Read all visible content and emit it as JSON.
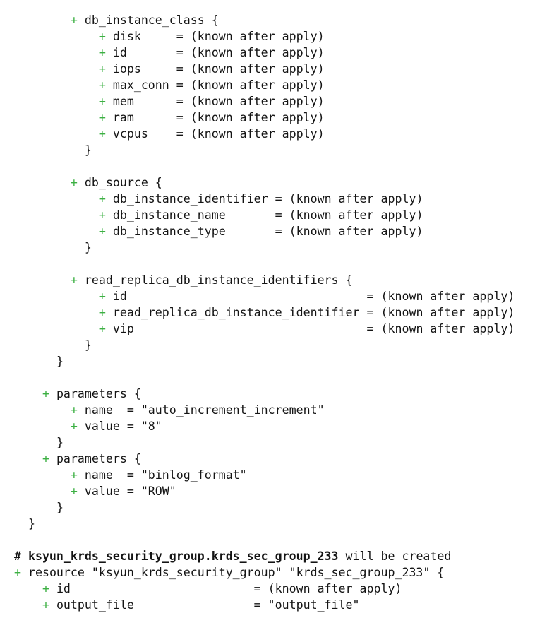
{
  "terminal": {
    "colors": {
      "plus": "#3cb043",
      "text": "#141414"
    },
    "lines": [
      {
        "lead": "          ",
        "plus": true,
        "text": "db_instance_class {"
      },
      {
        "lead": "              ",
        "plus": true,
        "text": "disk     = (known after apply)"
      },
      {
        "lead": "              ",
        "plus": true,
        "text": "id       = (known after apply)"
      },
      {
        "lead": "              ",
        "plus": true,
        "text": "iops     = (known after apply)"
      },
      {
        "lead": "              ",
        "plus": true,
        "text": "max_conn = (known after apply)"
      },
      {
        "lead": "              ",
        "plus": true,
        "text": "mem      = (known after apply)"
      },
      {
        "lead": "              ",
        "plus": true,
        "text": "ram      = (known after apply)"
      },
      {
        "lead": "              ",
        "plus": true,
        "text": "vcpus    = (known after apply)"
      },
      {
        "lead": "            ",
        "plus": false,
        "text": "}"
      },
      {
        "lead": "",
        "plus": false,
        "text": ""
      },
      {
        "lead": "          ",
        "plus": true,
        "text": "db_source {"
      },
      {
        "lead": "              ",
        "plus": true,
        "text": "db_instance_identifier = (known after apply)"
      },
      {
        "lead": "              ",
        "plus": true,
        "text": "db_instance_name       = (known after apply)"
      },
      {
        "lead": "              ",
        "plus": true,
        "text": "db_instance_type       = (known after apply)"
      },
      {
        "lead": "            ",
        "plus": false,
        "text": "}"
      },
      {
        "lead": "",
        "plus": false,
        "text": ""
      },
      {
        "lead": "          ",
        "plus": true,
        "text": "read_replica_db_instance_identifiers {"
      },
      {
        "lead": "              ",
        "plus": true,
        "text": "id                                  = (known after apply)"
      },
      {
        "lead": "              ",
        "plus": true,
        "text": "read_replica_db_instance_identifier = (known after apply)"
      },
      {
        "lead": "              ",
        "plus": true,
        "text": "vip                                 = (known after apply)"
      },
      {
        "lead": "            ",
        "plus": false,
        "text": "}"
      },
      {
        "lead": "        ",
        "plus": false,
        "text": "}"
      },
      {
        "lead": "",
        "plus": false,
        "text": ""
      },
      {
        "lead": "      ",
        "plus": true,
        "text": "parameters {"
      },
      {
        "lead": "          ",
        "plus": true,
        "text": "name  = \"auto_increment_increment\""
      },
      {
        "lead": "          ",
        "plus": true,
        "text": "value = \"8\""
      },
      {
        "lead": "        ",
        "plus": false,
        "text": "}"
      },
      {
        "lead": "      ",
        "plus": true,
        "text": "parameters {"
      },
      {
        "lead": "          ",
        "plus": true,
        "text": "name  = \"binlog_format\""
      },
      {
        "lead": "          ",
        "plus": true,
        "text": "value = \"ROW\""
      },
      {
        "lead": "        ",
        "plus": false,
        "text": "}"
      },
      {
        "lead": "    ",
        "plus": false,
        "text": "}"
      },
      {
        "lead": "",
        "plus": false,
        "text": ""
      },
      {
        "lead": "  ",
        "plus": false,
        "bold": "# ksyun_krds_security_group.krds_sec_group_233",
        "text": " will be created"
      },
      {
        "lead": "  ",
        "plus": true,
        "text": "resource \"ksyun_krds_security_group\" \"krds_sec_group_233\" {"
      },
      {
        "lead": "      ",
        "plus": true,
        "text": "id                          = (known after apply)"
      },
      {
        "lead": "      ",
        "plus": true,
        "text": "output_file                 = \"output_file\""
      }
    ]
  }
}
